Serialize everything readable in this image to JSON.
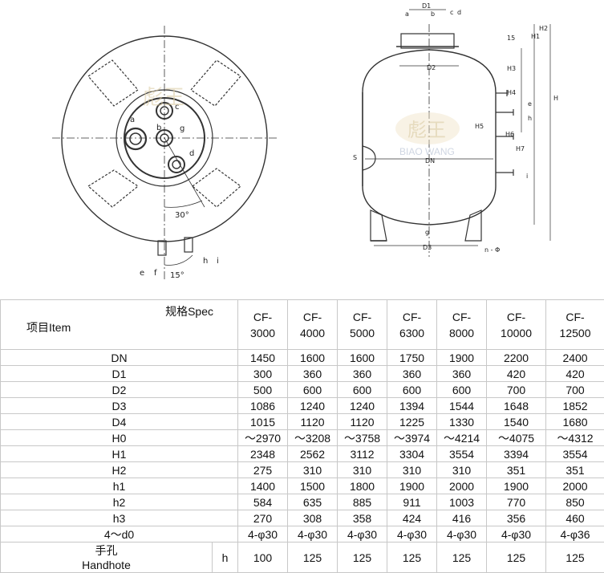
{
  "drawing_labels": {
    "top_view": {
      "a": "a",
      "b": "b",
      "g": "g",
      "c": "c",
      "d": "d",
      "angle_30": "30°",
      "e": "e",
      "f": "f",
      "h": "h",
      "i": "i",
      "angle_15": "15°"
    },
    "side_view": {
      "D1": "D1",
      "a": "a",
      "b": "b",
      "c": "c",
      "d": "d",
      "D2": "D2",
      "DN": "DN",
      "D3": "D3",
      "S": "S",
      "g": "g",
      "h": "h",
      "i": "i",
      "e": "e",
      "n_phi": "n - Φ",
      "dims_right": [
        "15",
        "H1",
        "H2",
        "H",
        "H3",
        "H4",
        "H5",
        "H6",
        "H7"
      ]
    }
  },
  "watermark": {
    "main": "彪王",
    "sub": "BIAO WANG"
  },
  "table": {
    "header_spec": "规格Spec",
    "header_item": "项目Item",
    "models": [
      "CF-\n3000",
      "CF-\n4000",
      "CF-\n5000",
      "CF-\n6300",
      "CF-\n8000",
      "CF-\n10000",
      "CF-\n12500"
    ],
    "rows": [
      {
        "label": "DN",
        "values": [
          "1450",
          "1600",
          "1600",
          "1750",
          "1900",
          "2200",
          "2400"
        ]
      },
      {
        "label": "D1",
        "values": [
          "300",
          "360",
          "360",
          "360",
          "360",
          "420",
          "420"
        ]
      },
      {
        "label": "D2",
        "values": [
          "500",
          "600",
          "600",
          "600",
          "600",
          "700",
          "700"
        ]
      },
      {
        "label": "D3",
        "values": [
          "1086",
          "1240",
          "1240",
          "1394",
          "1544",
          "1648",
          "1852"
        ]
      },
      {
        "label": "D4",
        "values": [
          "1015",
          "1120",
          "1120",
          "1225",
          "1330",
          "1540",
          "1680"
        ]
      },
      {
        "label": "H0",
        "values": [
          "～2970",
          "～3208",
          "～3758",
          "～3974",
          "～4214",
          "～4075",
          "～4312"
        ]
      },
      {
        "label": "H1",
        "values": [
          "2348",
          "2562",
          "3112",
          "3304",
          "3554",
          "3394",
          "3554"
        ]
      },
      {
        "label": "H2",
        "values": [
          "275",
          "310",
          "310",
          "310",
          "310",
          "351",
          "351"
        ]
      },
      {
        "label": "h1",
        "values": [
          "1400",
          "1500",
          "1800",
          "1900",
          "2000",
          "1900",
          "2000"
        ]
      },
      {
        "label": "h2",
        "values": [
          "584",
          "635",
          "885",
          "911",
          "1003",
          "770",
          "850"
        ]
      },
      {
        "label": "h3",
        "values": [
          "270",
          "308",
          "358",
          "424",
          "416",
          "356",
          "460"
        ]
      },
      {
        "label": "4～d0",
        "values": [
          "4-φ30",
          "4-φ30",
          "4-φ30",
          "4-φ30",
          "4-φ30",
          "4-φ30",
          "4-φ36"
        ]
      }
    ],
    "last_row": {
      "label_cn": "手孔",
      "label_en": "Handhote",
      "symbol": "h",
      "values": [
        "100",
        "125",
        "125",
        "125",
        "125",
        "125",
        "125"
      ]
    }
  }
}
